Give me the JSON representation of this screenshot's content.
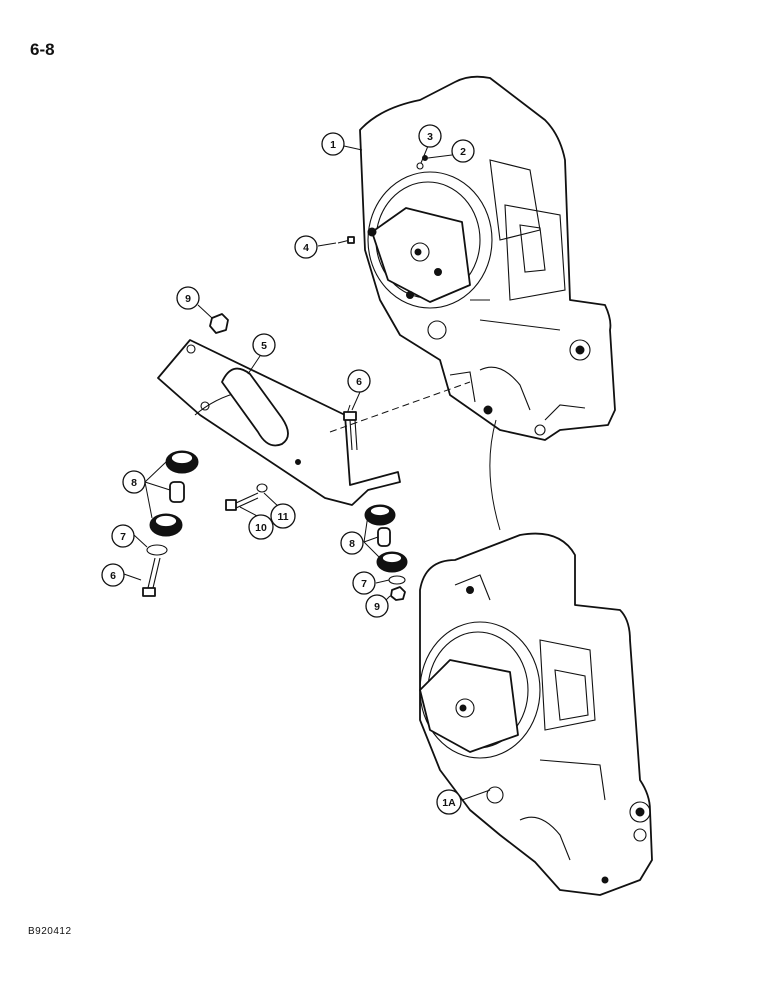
{
  "page": {
    "number": "6-8",
    "figure_id": "B920412"
  },
  "callouts": [
    {
      "id": "1",
      "label": "1"
    },
    {
      "id": "2",
      "label": "2"
    },
    {
      "id": "3",
      "label": "3"
    },
    {
      "id": "4",
      "label": "4"
    },
    {
      "id": "5",
      "label": "5"
    },
    {
      "id": "6a",
      "label": "6"
    },
    {
      "id": "6b",
      "label": "6"
    },
    {
      "id": "7a",
      "label": "7"
    },
    {
      "id": "7b",
      "label": "7"
    },
    {
      "id": "8a",
      "label": "8"
    },
    {
      "id": "8b",
      "label": "8"
    },
    {
      "id": "9a",
      "label": "9"
    },
    {
      "id": "9b",
      "label": "9"
    },
    {
      "id": "10",
      "label": "10"
    },
    {
      "id": "11",
      "label": "11"
    },
    {
      "id": "1A",
      "label": "1A"
    }
  ]
}
